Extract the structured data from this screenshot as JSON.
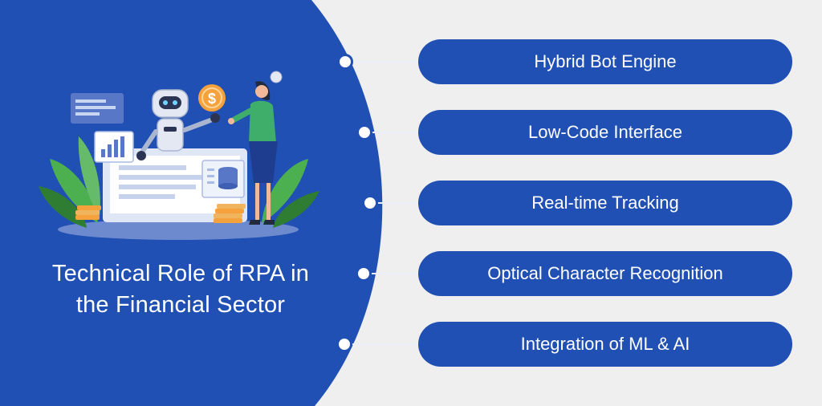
{
  "title": {
    "line1": "Technical Role of RPA in",
    "line2": "the Financial Sector"
  },
  "items": [
    {
      "label": "Hybrid Bot Engine"
    },
    {
      "label": "Low-Code Interface"
    },
    {
      "label": "Real-time Tracking"
    },
    {
      "label": "Optical Character Recognition"
    },
    {
      "label": "Integration of ML & AI"
    }
  ],
  "illustration": {
    "coin_symbol": "$"
  },
  "colors": {
    "primary_blue": "#2150b4",
    "background": "#efefef",
    "leaf_green": "#4caf50",
    "coin_orange": "#f5a23c"
  }
}
